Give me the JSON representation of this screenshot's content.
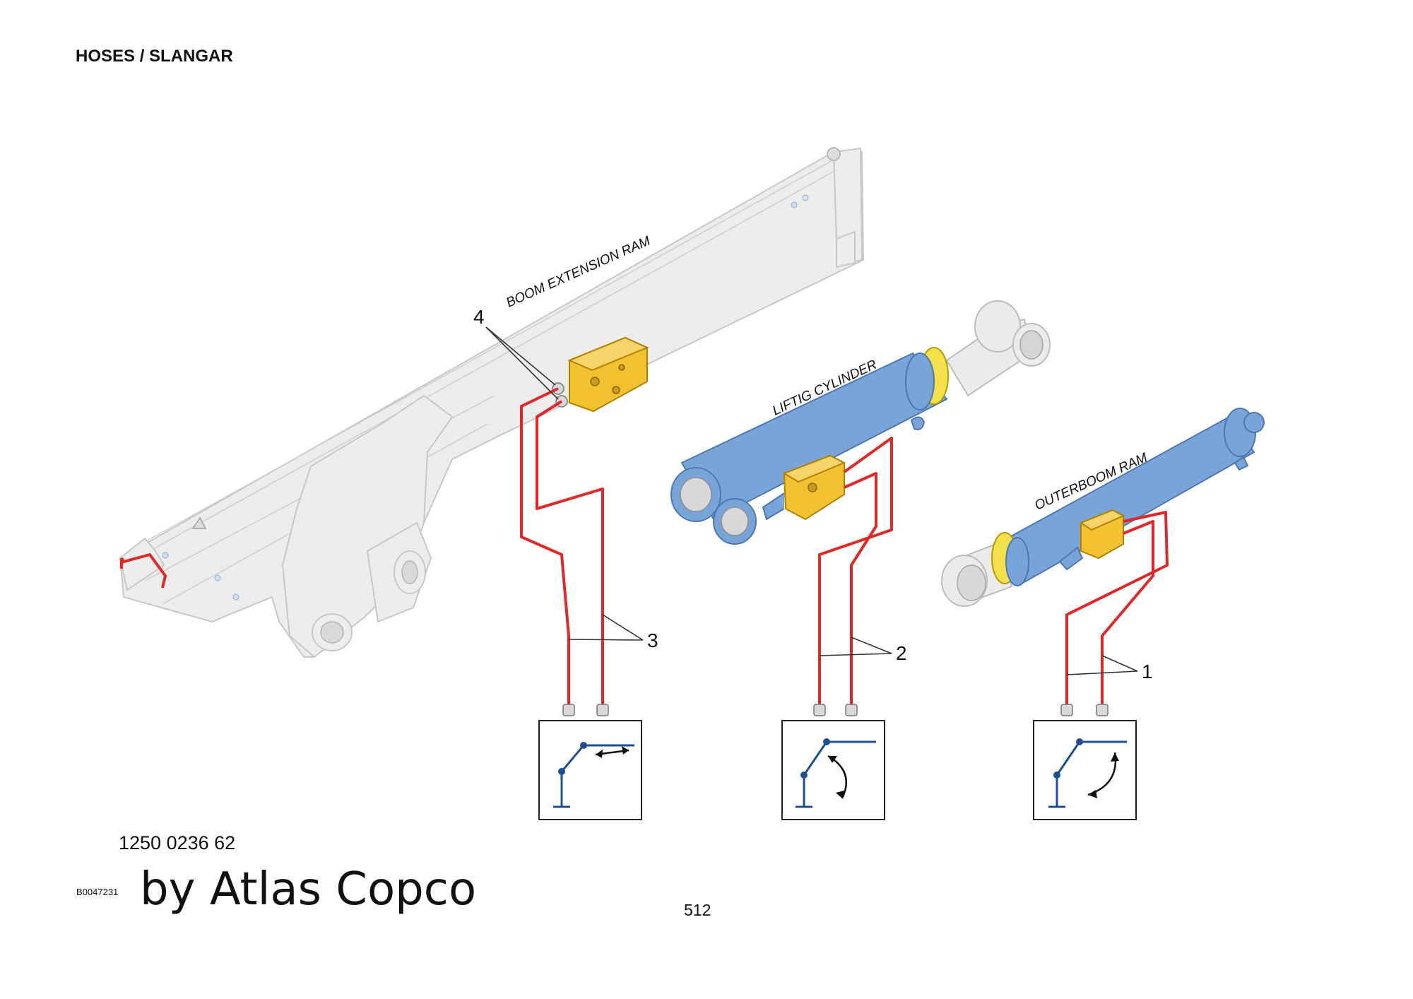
{
  "page": {
    "title": "HOSES / SLANGAR",
    "part_number": "1250 0236 62",
    "doc_code": "B0047231",
    "brand": "by Atlas Copco",
    "page_number": "512"
  },
  "components": {
    "boom_extension_ram": "BOOM EXTENSION RAM",
    "lifting_cylinder": "LIFTIG CYLINDER",
    "outerboom_ram": "OUTERBOOM RAM"
  },
  "callouts": {
    "hose_1": "1",
    "hose_2": "2",
    "hose_3": "3",
    "item_4": "4"
  },
  "colors": {
    "hose": "#e02828",
    "cylinder": "#7aa4d8",
    "valve_block": "#f2c230",
    "boom": "#ededed",
    "symbol": "#1f4e91"
  }
}
